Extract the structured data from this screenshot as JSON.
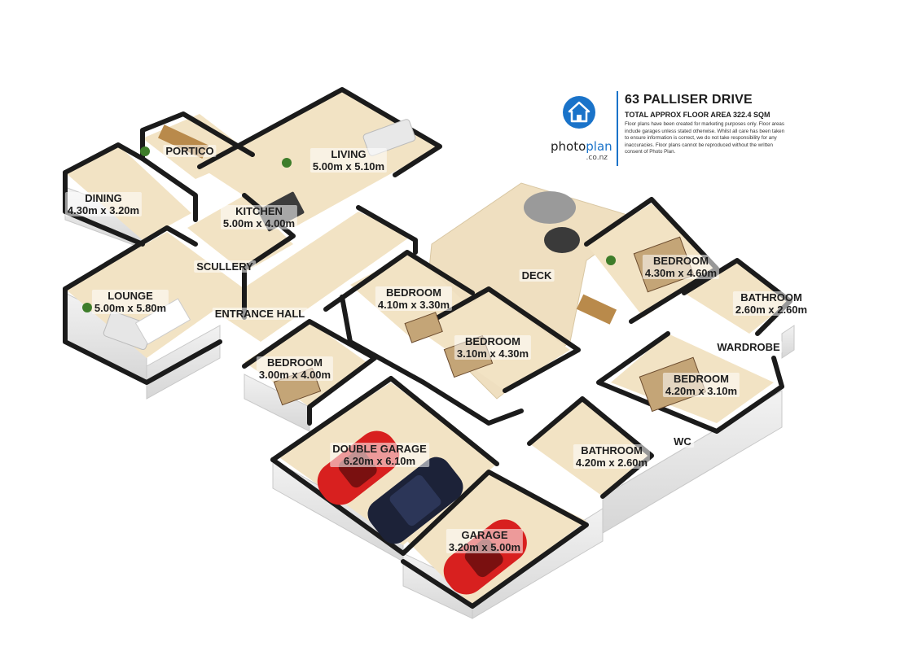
{
  "header": {
    "address": "63 PALLISER DRIVE",
    "floor_area": "TOTAL APPROX FLOOR AREA 322.4 SQM",
    "disclaimer": "Floor plans have been created for marketing purposes only. Floor areas include garages unless stated otherwise. Whilst all care has been taken to ensure information is correct, we do not take responsibility for any inaccuracies. Floor plans cannot be reproduced without the written consent of Photo Plan."
  },
  "logo": {
    "brand_a": "photo",
    "brand_b": "plan",
    "domain": ".co.nz",
    "icon": "house-icon"
  },
  "rooms": {
    "portico": {
      "name": "PORTICO"
    },
    "living": {
      "name": "LIVING",
      "dims": "5.00m x 5.10m"
    },
    "dining": {
      "name": "DINING",
      "dims": "4.30m x 3.20m"
    },
    "kitchen": {
      "name": "KITCHEN",
      "dims": "5.00m x 4.00m"
    },
    "scullery": {
      "name": "SCULLERY"
    },
    "lounge": {
      "name": "LOUNGE",
      "dims": "5.00m x 5.80m"
    },
    "entrance_hall": {
      "name": "ENTRANCE HALL"
    },
    "deck": {
      "name": "DECK"
    },
    "bedroom_1": {
      "name": "BEDROOM",
      "dims": "4.10m x 3.30m"
    },
    "bedroom_2": {
      "name": "BEDROOM",
      "dims": "3.10m x 4.30m"
    },
    "bedroom_3": {
      "name": "BEDROOM",
      "dims": "3.00m x 4.00m"
    },
    "bedroom_master": {
      "name": "BEDROOM",
      "dims": "4.30m x 4.60m"
    },
    "bathroom_ensuite": {
      "name": "BATHROOM",
      "dims": "2.60m x 2.60m"
    },
    "wardrobe": {
      "name": "WARDROBE"
    },
    "bedroom_4": {
      "name": "BEDROOM",
      "dims": "4.20m x 3.10m"
    },
    "wc": {
      "name": "WC"
    },
    "bathroom_main": {
      "name": "BATHROOM",
      "dims": "4.20m x 2.60m"
    },
    "double_garage": {
      "name": "DOUBLE GARAGE",
      "dims": "6.20m x 6.10m"
    },
    "garage": {
      "name": "GARAGE",
      "dims": "3.20m x 5.00m"
    }
  },
  "colors": {
    "floor": "#f2e3c4",
    "deck": "#efdfc0",
    "wall_top": "#1b1b1b",
    "wall_side": "#e4e4e4",
    "car_red": "#d8201f",
    "car_navy": "#1c2238",
    "accent": "#1a73c9"
  }
}
